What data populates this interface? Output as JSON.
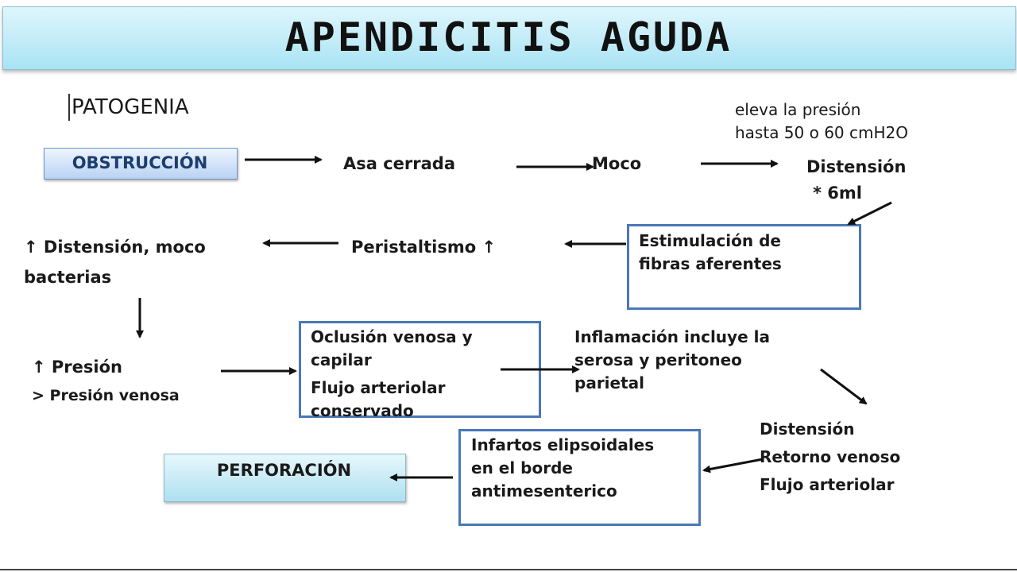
{
  "title": "APENDICITIS AGUDA",
  "section_label": "PATOGENIA",
  "note": {
    "line1": "eleva la presión",
    "line2": "hasta 50 o 60 cmH2O"
  },
  "nodes": {
    "obstruccion": "OBSTRUCCIÓN",
    "asa_cerrada": "Asa cerrada",
    "moco": "Moco",
    "distension": {
      "line1": "Distensión",
      "line2": "* 6ml"
    },
    "estimulacion": {
      "line1": "Estimulación de",
      "line2": "fibras aferentes"
    },
    "peristaltismo": "Peristaltismo ↑",
    "distension_moco": {
      "line1": "↑ Distensión, moco",
      "line2": "bacterias"
    },
    "presion": {
      "line1": "↑ Presión",
      "line2": "> Presión venosa"
    },
    "oclusion": {
      "line1": "Oclusión venosa y",
      "line2": "capilar",
      "line3": "Flujo arteriolar",
      "line4": "conservado"
    },
    "inflamacion": {
      "line1": "Inflamación incluye la",
      "line2": "serosa y peritoneo",
      "line3": "parietal"
    },
    "distension_retorno": {
      "line1": "Distensión",
      "line2": "Retorno venoso",
      "line3": "Flujo arteriolar"
    },
    "infartos": {
      "line1": "Infartos elipsoidales",
      "line2": "en el borde",
      "line3": "antimesenterico"
    },
    "perforacion": "PERFORACIÓN"
  }
}
